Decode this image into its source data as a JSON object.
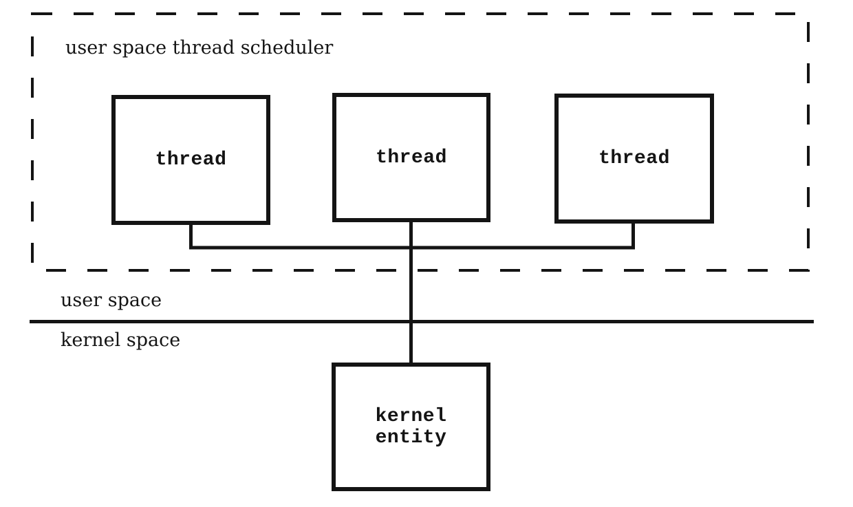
{
  "diagram": {
    "scheduler_label": "user space thread scheduler",
    "user_space_label": "user space",
    "kernel_space_label": "kernel space",
    "thread_boxes": [
      {
        "label": "thread"
      },
      {
        "label": "thread"
      },
      {
        "label": "thread"
      }
    ],
    "kernel_entity": {
      "line1": "kernel",
      "line2": "entity"
    },
    "colors": {
      "ink": "#141414",
      "background": "#ffffff"
    }
  }
}
